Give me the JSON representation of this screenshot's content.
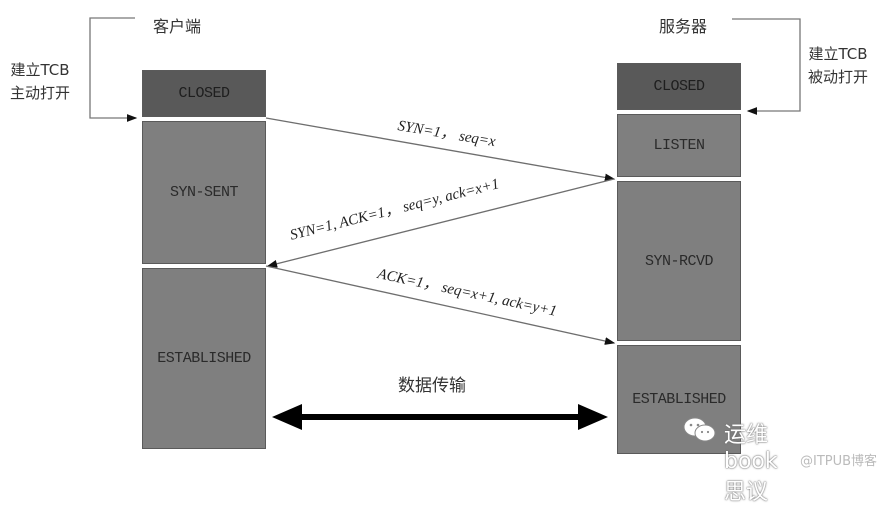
{
  "client": {
    "title": "客户端",
    "note_line1": "建立TCB",
    "note_line2": "主动打开",
    "states": [
      "CLOSED",
      "SYN-SENT",
      "ESTABLISHED"
    ]
  },
  "server": {
    "title": "服务器",
    "note_line1": "建立TCB",
    "note_line2": "被动打开",
    "states": [
      "CLOSED",
      "LISTEN",
      "SYN-RCVD",
      "ESTABLISHED"
    ]
  },
  "messages": {
    "syn": "SYN=1， seq=x",
    "syn_ack": "SYN=1, ACK=1， seq=y, ack=x+1",
    "ack": "ACK=1， seq=x+1, ack=y+1"
  },
  "data_transfer_label": "数据传输",
  "watermark": {
    "brand": "运维book思议",
    "source": "@ITPUB博客",
    "icon": "wechat-icon"
  },
  "colors": {
    "closed": "#595959",
    "state": "#7f7f7f",
    "line": "#6e6e6e",
    "arrow": "#000000"
  }
}
